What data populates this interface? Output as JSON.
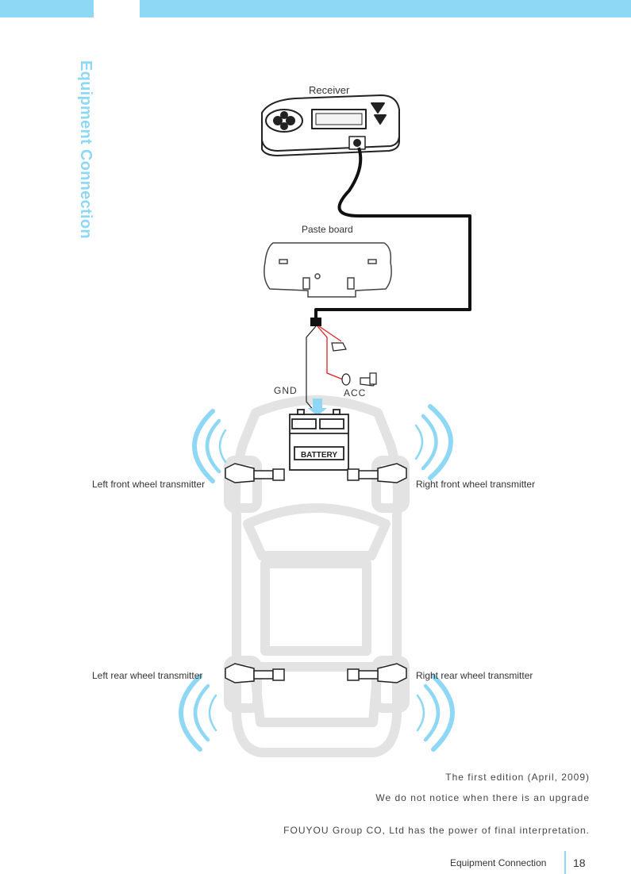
{
  "section_title": "Equipment Connection",
  "labels": {
    "receiver": "Receiver",
    "paste_board": "Paste board",
    "gnd": "GND",
    "acc": "ACC",
    "battery": "BATTERY",
    "left_front": "Left front wheel transmitter",
    "right_front": "Right front wheel transmitter",
    "left_rear": "Left rear wheel transmitter",
    "right_rear": "Right rear wheel transmitter"
  },
  "footer": {
    "edition": "The first edition (April, 2009)",
    "upgrade_notice": "We do not notice when there is an upgrade",
    "interpretation": "FOUYOU Group CO, Ltd has the power of final interpretation.",
    "section": "Equipment Connection",
    "page_number": "18"
  },
  "colors": {
    "accent": "#8ed8f6",
    "wire_red": "#e02020",
    "car_outline": "#e3e3e3"
  }
}
